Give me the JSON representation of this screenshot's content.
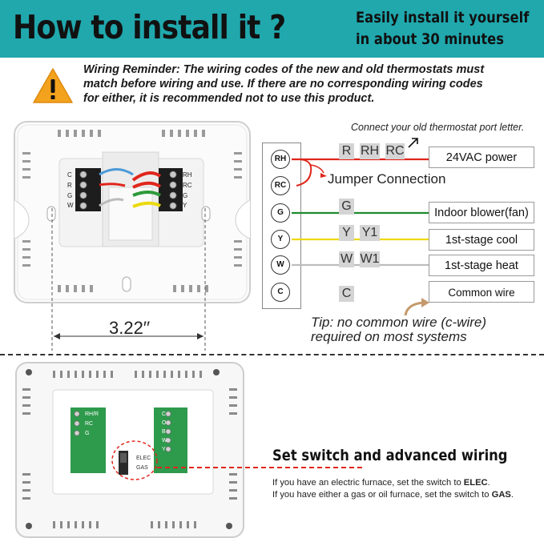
{
  "header": {
    "title": "How to install it ?",
    "subtitle_line1": "Easily install it yourself",
    "subtitle_line2": "in about 30 minutes"
  },
  "warning": {
    "icon": "warning-triangle-icon",
    "text": "Wiring Reminder: The wiring codes of the new and old thermostats must match before wiring and use. If there are no corresponding wiring codes for either, it is recommended not to use this product."
  },
  "diagram": {
    "connect_note": "Connect your old thermostat port letter.",
    "jumper_label": "Jumper Connection",
    "ports": [
      "RH",
      "RC",
      "G",
      "Y",
      "W",
      "C"
    ],
    "codes": {
      "r": "R",
      "rh": "RH",
      "rc": "RC",
      "g": "G",
      "y": "Y",
      "y1": "Y1",
      "w": "W",
      "w1": "W1",
      "c": "C"
    },
    "labels": {
      "power": "24VAC power",
      "fan": "Indoor blower(fan)",
      "cool": "1st-stage cool",
      "heat": "1st-stage heat",
      "common": "Common wire"
    },
    "tip_line1": "Tip: no common wire (c-wire)",
    "tip_line2": "required on most systems",
    "wire_colors": {
      "r": "#e0261c",
      "g": "#1f8a2e",
      "y": "#ecd90e",
      "w": "#bdbdbd"
    }
  },
  "device_top": {
    "dimension": "3.22′′",
    "left_terminals": [
      "C",
      "R",
      "G",
      "W"
    ],
    "right_terminals": [
      "RH",
      "RC",
      "G",
      "Y"
    ]
  },
  "device_bottom": {
    "left_terminals": [
      "RH/R",
      "RC",
      "G"
    ],
    "right_terminals": [
      "C",
      "O",
      "B",
      "W",
      "Y"
    ],
    "switch_top": "ELEC",
    "switch_bottom": "GAS"
  },
  "setup": {
    "title": "Set switch and advanced wiring",
    "line1_prefix": "If you have an electric furnace, set the switch to ",
    "line1_value": "ELEC",
    "line1_suffix": ".",
    "line2_prefix": "If you have either a gas or oil furnace, set the switch to ",
    "line2_value": "GAS",
    "line2_suffix": "."
  }
}
